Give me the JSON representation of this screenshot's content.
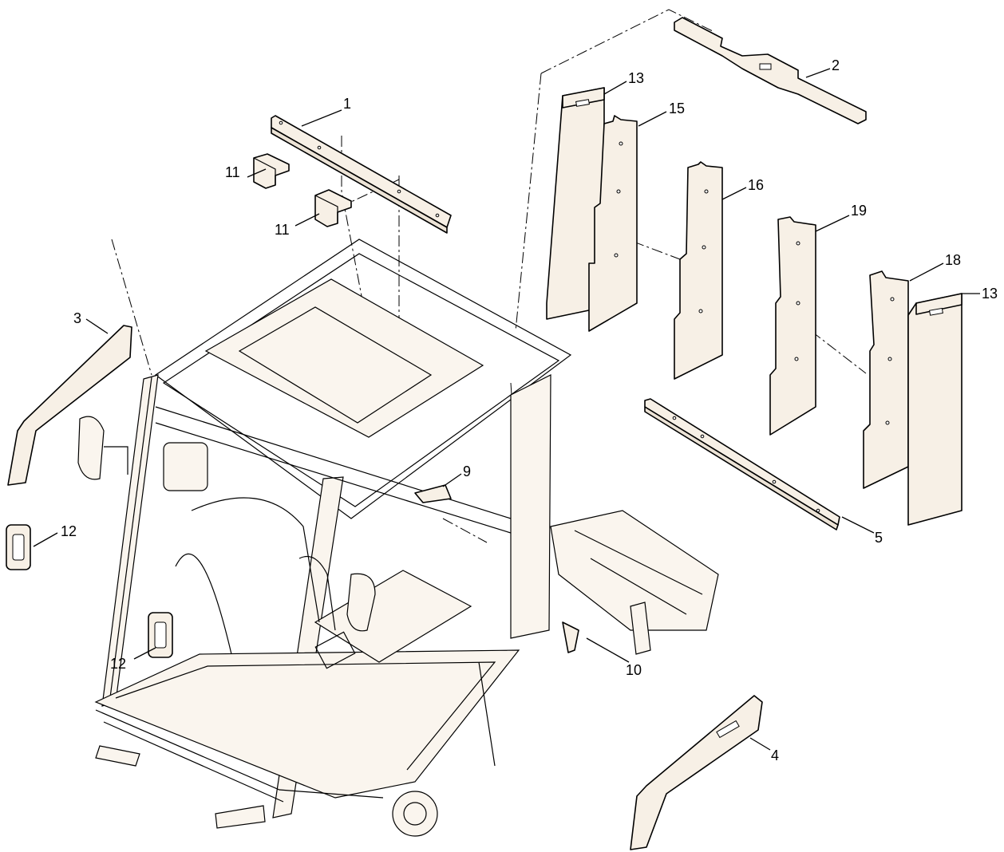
{
  "callouts": [
    {
      "id": "c1",
      "text": "1"
    },
    {
      "id": "c2",
      "text": "2"
    },
    {
      "id": "c3",
      "text": "3"
    },
    {
      "id": "c4",
      "text": "4"
    },
    {
      "id": "c5",
      "text": "5"
    },
    {
      "id": "c9",
      "text": "9"
    },
    {
      "id": "c10",
      "text": "10"
    },
    {
      "id": "c11a",
      "text": "11"
    },
    {
      "id": "c11b",
      "text": "11"
    },
    {
      "id": "c12a",
      "text": "12"
    },
    {
      "id": "c12b",
      "text": "12"
    },
    {
      "id": "c13a",
      "text": "13"
    },
    {
      "id": "c13b",
      "text": "13"
    },
    {
      "id": "c15",
      "text": "15"
    },
    {
      "id": "c16",
      "text": "16"
    },
    {
      "id": "c18",
      "text": "18"
    },
    {
      "id": "c19",
      "text": "19"
    }
  ]
}
